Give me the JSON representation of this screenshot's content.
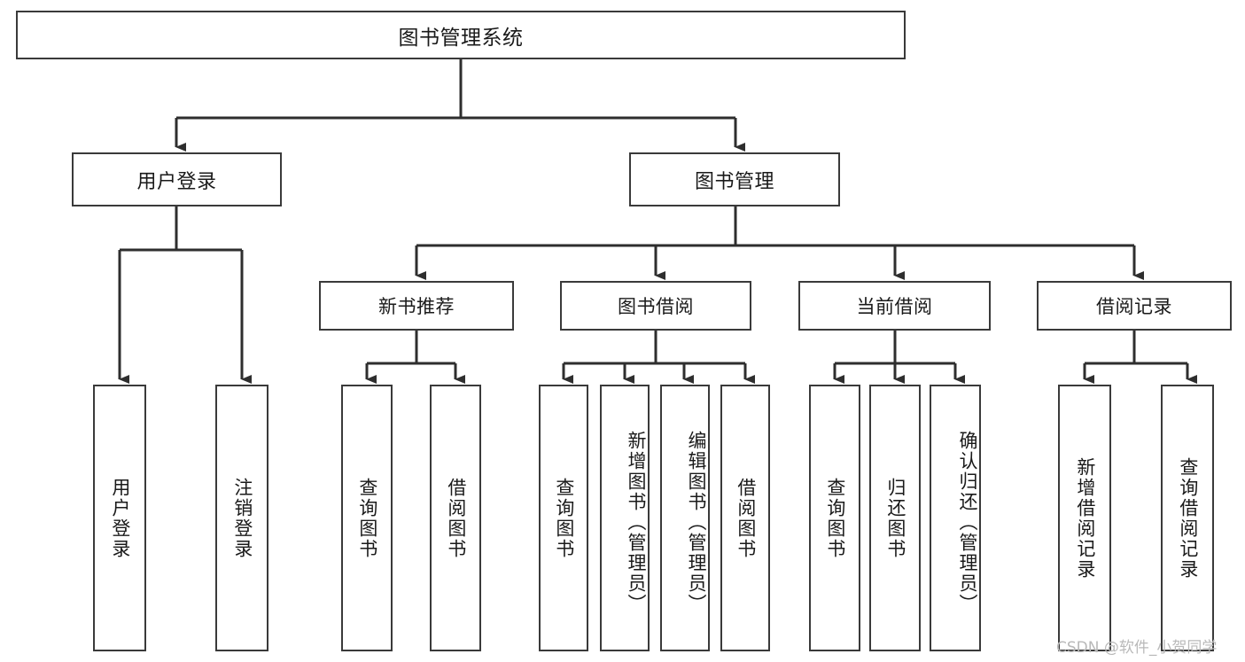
{
  "diagram": {
    "title": "图书管理系统",
    "watermark": "CSDN @软件_小贺同学",
    "root": {
      "label": "图书管理系统"
    },
    "level2": [
      {
        "label": "用户登录"
      },
      {
        "label": "图书管理"
      }
    ],
    "level3": [
      {
        "label": "新书推荐"
      },
      {
        "label": "图书借阅"
      },
      {
        "label": "当前借阅"
      },
      {
        "label": "借阅记录"
      }
    ],
    "leaves": [
      {
        "label": "用户登录",
        "parent": "用户登录"
      },
      {
        "label": "注销登录",
        "parent": "用户登录"
      },
      {
        "label": "查询图书",
        "parent": "新书推荐"
      },
      {
        "label": "借阅图书",
        "parent": "新书推荐"
      },
      {
        "label": "查询图书",
        "parent": "图书借阅"
      },
      {
        "label": "新增图书（管理员）",
        "parent": "图书借阅"
      },
      {
        "label": "编辑图书（管理员）",
        "parent": "图书借阅"
      },
      {
        "label": "借阅图书",
        "parent": "图书借阅"
      },
      {
        "label": "查询图书",
        "parent": "当前借阅"
      },
      {
        "label": "归还图书",
        "parent": "当前借阅"
      },
      {
        "label": "确认归还（管理员）",
        "parent": "当前借阅"
      },
      {
        "label": "新增借阅记录",
        "parent": "借阅记录"
      },
      {
        "label": "查询借阅记录",
        "parent": "借阅记录"
      }
    ],
    "colors": {
      "border": "#3a3a3a",
      "background": "#ffffff",
      "text": "#1a1a1a",
      "watermark": "#b9b9b9"
    }
  }
}
